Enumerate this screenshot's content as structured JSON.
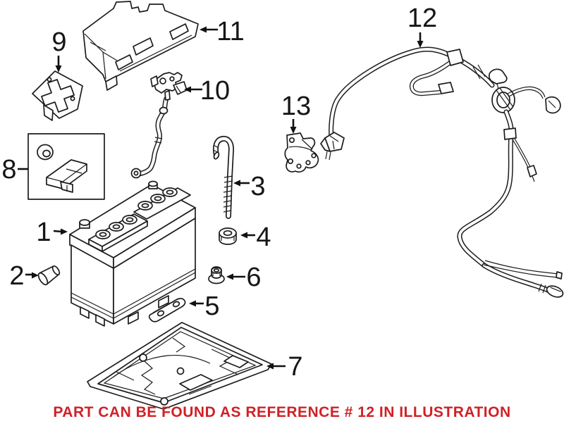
{
  "diagram": {
    "type": "exploded-parts-illustration",
    "background": "#ffffff",
    "line_color": "#1c1c1c",
    "callouts": [
      {
        "ref": "1"
      },
      {
        "ref": "2"
      },
      {
        "ref": "3"
      },
      {
        "ref": "4"
      },
      {
        "ref": "5"
      },
      {
        "ref": "6"
      },
      {
        "ref": "7"
      },
      {
        "ref": "8"
      },
      {
        "ref": "9"
      },
      {
        "ref": "10"
      },
      {
        "ref": "11"
      },
      {
        "ref": "12"
      },
      {
        "ref": "13"
      }
    ],
    "caption": {
      "text": "PART CAN BE FOUND AS REFERENCE # 12 IN ILLUSTRATION",
      "color": "#cf2127"
    }
  }
}
